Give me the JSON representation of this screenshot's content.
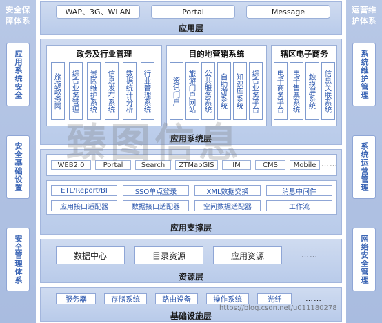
{
  "left_pillar": {
    "title": "安全保障体系",
    "items": [
      "应用系统安全",
      "安全基础设置",
      "安全管理体系"
    ]
  },
  "right_pillar": {
    "title": "运营维护体系",
    "items": [
      "系统维护管理",
      "系统运营管理",
      "网络安全管理"
    ]
  },
  "app_layer": {
    "title": "应用层",
    "channels": [
      "WAP、3G、WLAN",
      "Portal",
      "Message"
    ]
  },
  "system_layer": {
    "title": "应用系统层",
    "groups": [
      {
        "title": "政务及行业管理",
        "items": [
          "旅游政务网",
          "综合业务管理",
          "景区维护系统",
          "信息发布系统",
          "数据统计分析",
          "行业管理系统"
        ]
      },
      {
        "title": "目的地营销系统",
        "items": [
          "资讯门户",
          "旅游门户网站",
          "公共服务系统",
          "自助游系统",
          "知识库系统",
          "综合业务平台"
        ]
      },
      {
        "title": "辖区电子商务",
        "items": [
          "电子商务平台",
          "电子售票系统",
          "触摸屏系统",
          "信息关联系统"
        ]
      }
    ]
  },
  "support_layer": {
    "title": "应用支撑层",
    "tech": [
      "WEB2.0",
      "Portal",
      "Search",
      "ZTMapGIS",
      "IM",
      "CMS",
      "Mobile"
    ],
    "tech_more": "……",
    "middleware_row1": [
      "ETL/Report/BI",
      "SSO单点登录",
      "XML数据交换",
      "消息中间件"
    ],
    "middleware_row2": [
      "应用接口适配器",
      "数据接口适配器",
      "空间数据适配器",
      "工作流"
    ]
  },
  "resource_layer": {
    "title": "资源层",
    "items": [
      "数据中心",
      "目录资源",
      "应用资源"
    ],
    "more": "……"
  },
  "infra_layer": {
    "title": "基础设施层",
    "items": [
      "服务器",
      "存储系统",
      "路由设备",
      "操作系统",
      "光纤"
    ],
    "more": "……"
  },
  "watermark": "臻图信息",
  "credit": "https://blog.csdn.net/u011180278",
  "colors": {
    "side_bg": "#b0c2e3",
    "layer_bg": "#c4d3ee",
    "accent_text": "#2d58ae"
  }
}
